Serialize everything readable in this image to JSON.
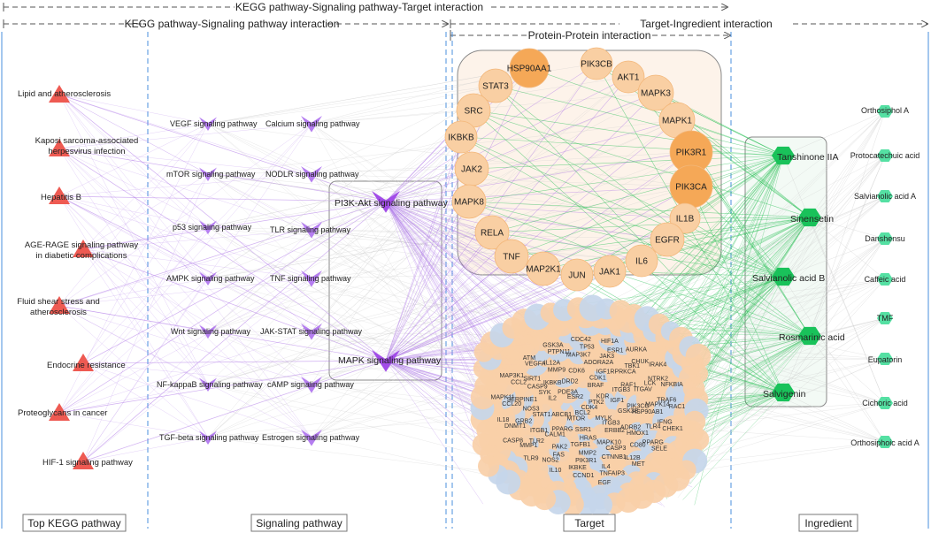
{
  "headers": {
    "top": "KEGG pathway-Signaling pathway-Target interaction",
    "left": "KEGG pathway-Signaling pathway interaction",
    "right": "Target-Ingredient interaction",
    "ppi": "Protein-Protein interaction"
  },
  "columns": {
    "kegg": "Top KEGG pathway",
    "signaling": "Signaling pathway",
    "target": "Target",
    "ingredient": "Ingredient"
  },
  "kegg_pathways": [
    {
      "label": "Lipid and atherosclerosis"
    },
    {
      "label": "Kaposi sarcoma-associated herpesvirus infection"
    },
    {
      "label": "Hepatitis B"
    },
    {
      "label": "AGE-RAGE signaling pathway in diabetic complications"
    },
    {
      "label": "Fluid shear stress and atherosclerosis"
    },
    {
      "label": "Endocrine resistance"
    },
    {
      "label": "Proteoglycans in cancer"
    },
    {
      "label": "HIF-1 signaling pathway"
    }
  ],
  "signaling_pathways": [
    {
      "label": "VEGF signaling pathway"
    },
    {
      "label": "Calcium signaling pathway"
    },
    {
      "label": "mTOR signaling pathway"
    },
    {
      "label": "NODLR signaling pathway"
    },
    {
      "label": "p53 signaling pathway"
    },
    {
      "label": "TLR signaling pathway"
    },
    {
      "label": "AMPK signaling pathway"
    },
    {
      "label": "TNF signaling pathway"
    },
    {
      "label": "Wnt signaling pathway"
    },
    {
      "label": "JAK-STAT signaling pathway"
    },
    {
      "label": "NF-kappaB signaling pathway"
    },
    {
      "label": "cAMP signaling pathway"
    },
    {
      "label": "TGF-beta signaling pathway"
    },
    {
      "label": "Estrogen signaling pathway"
    }
  ],
  "key_pathways": [
    {
      "label": "PI3K-Akt signaling pathway"
    },
    {
      "label": "MAPK signaling pathway"
    }
  ],
  "hub_targets": [
    {
      "label": "HSP90AA1"
    },
    {
      "label": "PIK3CB"
    },
    {
      "label": "AKT1"
    },
    {
      "label": "STAT3"
    },
    {
      "label": "MAPK3"
    },
    {
      "label": "SRC"
    },
    {
      "label": "MAPK1"
    },
    {
      "label": "IKBKB"
    },
    {
      "label": "PIK3R1"
    },
    {
      "label": "JAK2"
    },
    {
      "label": "PIK3CA"
    },
    {
      "label": "MAPK8"
    },
    {
      "label": "IL1B"
    },
    {
      "label": "RELA"
    },
    {
      "label": "EGFR"
    },
    {
      "label": "TNF"
    },
    {
      "label": "MAP2K1"
    },
    {
      "label": "JUN"
    },
    {
      "label": "JAK1"
    },
    {
      "label": "IL6"
    }
  ],
  "cluster_targets": [
    "CDK4",
    "BCL2",
    "PTK2",
    "MTOR",
    "ESR2",
    "KDR",
    "MYLK",
    "ABCB1",
    "PDE3A",
    "BRAF",
    "IGF1",
    "ITGB3",
    "SSR1",
    "IL2",
    "DRD2",
    "CDK1",
    "ITGB3",
    "GSK3B",
    "ERBB2",
    "HRAS",
    "PPARG",
    "IKBKB",
    "CDK6",
    "IGF1R",
    "RAF1",
    "PIK3CG",
    "ADRB2",
    "MAPK10",
    "TGFB1",
    "CALM1",
    "STAT1",
    "SYK",
    "ADORA2A",
    "PRKCA",
    "ITGAV",
    "HSP90AB1",
    "HMOX1",
    "CASP3",
    "MMP2",
    "PAK2",
    "ITGB1",
    "NOS3",
    "CASP9",
    "MMP9",
    "TBK1",
    "LCK",
    "MAPK14",
    "TLR4",
    "CD80",
    "CTNNB1",
    "PIK3R1",
    "FAS",
    "TLR2",
    "GRB2",
    "SERPINE1",
    "SIRT1",
    "IL12A",
    "MAP3K7",
    "JAK3",
    "TRAF6",
    "IFNG",
    "PPARG",
    "IL12B",
    "IL4",
    "IKBKE",
    "NOS2",
    "MMP1",
    "DNMT1",
    "CCL20",
    "CCL2",
    "VEGFA",
    "PTPN11",
    "TP53",
    "ESR1",
    "CHUK",
    "NTRK2",
    "SELE",
    "MET",
    "TNFAIP3",
    "CCND1",
    "IL10",
    "TLR9",
    "CASP8",
    "IL18",
    "MAPK11",
    "MAP3K1",
    "ATM",
    "GSK3A",
    "CDC42",
    "HIF1A",
    "AURKA",
    "IRAK4",
    "NFKBIA",
    "RAC1",
    "CHEK1",
    "EGF"
  ],
  "ingredients_hub": [
    {
      "label": "Tanshinone IIA"
    },
    {
      "label": "Sinensetin"
    },
    {
      "label": "Salvianolic acid B"
    },
    {
      "label": "Rosmarinic acid"
    },
    {
      "label": "Salvigenin"
    }
  ],
  "ingredients": [
    {
      "label": "Orthosiphol A"
    },
    {
      "label": "Protocatechuic acid"
    },
    {
      "label": "Salvianolic acid A"
    },
    {
      "label": "Danshensu"
    },
    {
      "label": "Caffeic acid"
    },
    {
      "label": "TMF"
    },
    {
      "label": "Eupatorin"
    },
    {
      "label": "Cichoric acid"
    },
    {
      "label": "Orthosiphoic acid A"
    }
  ],
  "colors": {
    "kegg_triangle": "#ee5a52",
    "signaling_v": "#b57ef0",
    "key_v": "#a24de8",
    "hub_target_light": "#f9cfa3",
    "hub_target_dark": "#f5a857",
    "cluster_peach": "#f8cfa8",
    "cluster_blue": "#c5d6ea",
    "ingredient_hub": "#19c25a",
    "ingredient": "#55e0a3",
    "edge_purple": "#b07ae8",
    "edge_green": "#2fc25a",
    "edge_gray": "#c9c9c9",
    "divider": "#4a8fde",
    "box_border": "#777777"
  },
  "icons": {
    "kegg": "triangle-icon",
    "signaling": "v-shape-icon",
    "target": "circle-icon",
    "ingredient": "hexagon-icon"
  }
}
